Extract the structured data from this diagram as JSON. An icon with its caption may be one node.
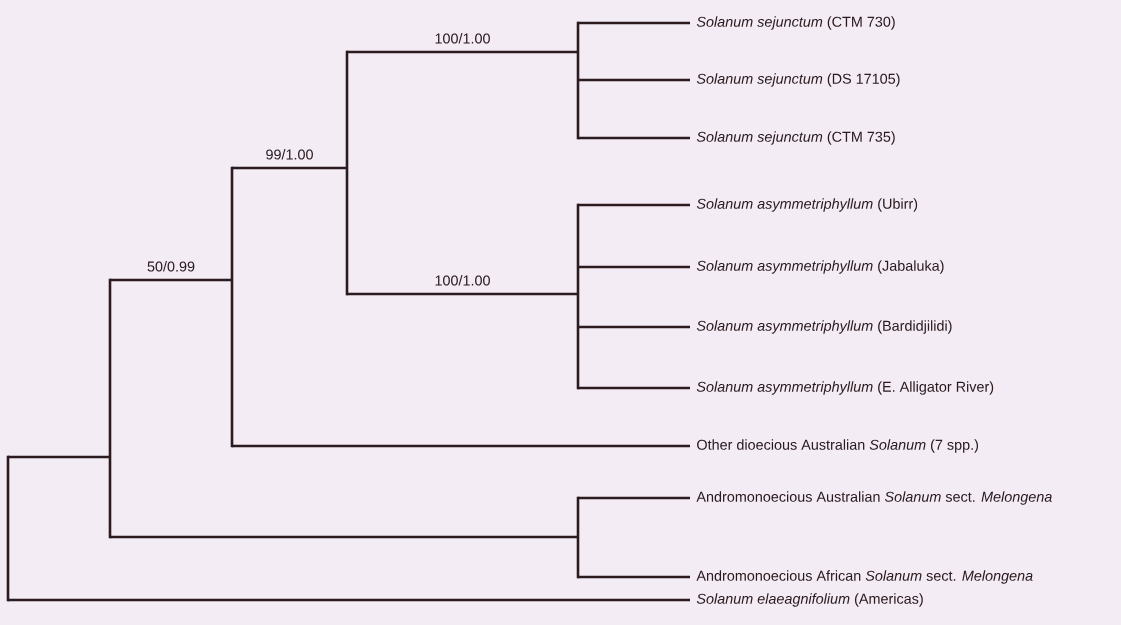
{
  "diagram": {
    "nodes": [
      {
        "text": [],
        "shape": "bar"
      },
      {
        "text": [],
        "shape": "bar"
      },
      {
        "text": [],
        "shape": "bar"
      },
      {
        "text": [],
        "shape": "bar"
      },
      {
        "text": [],
        "shape": "bar"
      },
      {
        "text": [
          "*Solanum sejunctum* (CTM 730)"
        ]
      },
      {
        "text": [
          "*Solanum sejunctum* (DS 17105)"
        ]
      },
      {
        "text": [
          "*Solanum sejunctum* (CTM 735)"
        ]
      },
      {
        "text": [],
        "shape": "bar"
      },
      {
        "text": [
          "*Solanum asymmetriphyllum* (Ubirr)"
        ]
      },
      {
        "text": [
          "*Solanum asymmetriphyllum* (Jabaluka)"
        ]
      },
      {
        "text": [
          "*Solanum asymmetriphyllum* (Bardidjilidi)"
        ]
      },
      {
        "text": [
          "*Solanum asymmetriphyllum* (E. Alligator River)"
        ]
      },
      {
        "text": [
          "Other dioecious Australian *Solanum* (7 spp.)"
        ]
      },
      {
        "text": [],
        "shape": "bar"
      },
      {
        "text": [
          "Andromonoecious Australian *Solanum* sect. *Melongena*"
        ]
      },
      {
        "text": [
          "Andromonoecious African *Solanum* sect. *Melongena*"
        ]
      },
      {
        "text": [
          "*Solanum elaeagnifolium* (Americas)"
        ]
      }
    ],
    "edges": [
      {
        "from": 0,
        "to": 1,
        "arrow": "none"
      },
      {
        "from": 0,
        "to": 17,
        "arrow": "none"
      },
      {
        "from": 1,
        "to": 2,
        "arrow": "none",
        "label": "50/0.99"
      },
      {
        "from": 1,
        "to": 14,
        "arrow": "none"
      },
      {
        "from": 2,
        "to": 3,
        "arrow": "none",
        "label": "99/1.00"
      },
      {
        "from": 2,
        "to": 13,
        "arrow": "none"
      },
      {
        "from": 3,
        "to": 4,
        "arrow": "none",
        "label": "100/1.00"
      },
      {
        "from": 3,
        "to": 8,
        "arrow": "none",
        "label": "100/1.00"
      },
      {
        "from": 4,
        "to": 5,
        "arrow": "none"
      },
      {
        "from": 4,
        "to": 6,
        "arrow": "none"
      },
      {
        "from": 4,
        "to": 7,
        "arrow": "none"
      },
      {
        "from": 8,
        "to": 9,
        "arrow": "none"
      },
      {
        "from": 8,
        "to": 10,
        "arrow": "none"
      },
      {
        "from": 8,
        "to": 11,
        "arrow": "none"
      },
      {
        "from": 8,
        "to": 12,
        "arrow": "none"
      },
      {
        "from": 14,
        "to": 15,
        "arrow": "none"
      },
      {
        "from": 14,
        "to": 16,
        "arrow": "none"
      }
    ]
  }
}
